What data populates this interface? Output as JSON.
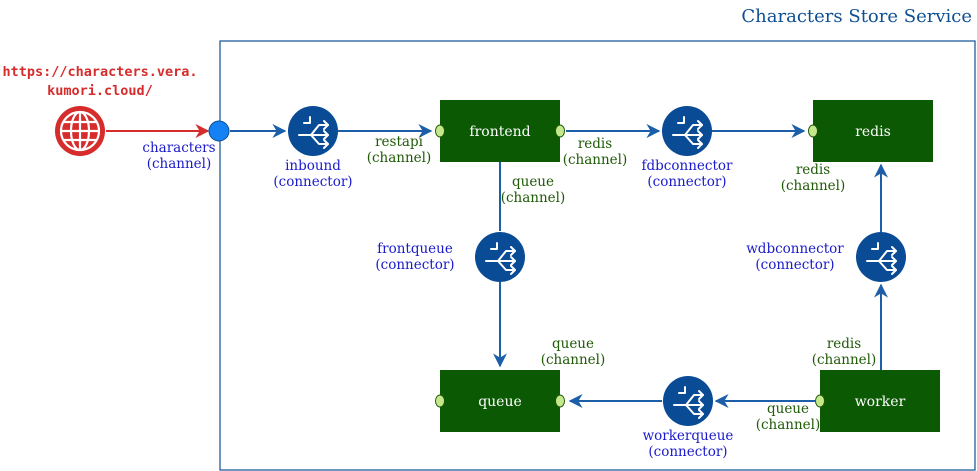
{
  "title": "Characters Store Service",
  "url": {
    "line1": "https://characters.vera.",
    "line2": "kumori.cloud/"
  },
  "colors": {
    "title": "#0e4f92",
    "box_border": "#0e4f92",
    "component_fill": "#0b5a03",
    "component_text": "#ffffff",
    "connector_fill": "#0a4b96",
    "connector_label": "#1a1acc",
    "channel_label": "#1f5a07",
    "arrow": "#1c5fa8",
    "red": "#d62c2c",
    "port_fill": "#c5e88d",
    "port_stroke": "#1f5a07",
    "service_port": "#1482f5"
  },
  "external": {
    "icon": "globe-icon",
    "channel": {
      "name": "characters",
      "kind": "(channel)"
    }
  },
  "components": {
    "frontend": "frontend",
    "redis": "redis",
    "queue": "queue",
    "worker": "worker"
  },
  "connectors": {
    "inbound": {
      "name": "inbound",
      "kind": "(connector)"
    },
    "fdbconnector": {
      "name": "fdbconnector",
      "kind": "(connector)"
    },
    "frontqueue": {
      "name": "frontqueue",
      "kind": "(connector)"
    },
    "wdbconnector": {
      "name": "wdbconnector",
      "kind": "(connector)"
    },
    "workerqueue": {
      "name": "workerqueue",
      "kind": "(connector)"
    }
  },
  "channels": {
    "frontend_restapi": {
      "name": "restapi",
      "kind": "(channel)"
    },
    "frontend_redis": {
      "name": "redis",
      "kind": "(channel)"
    },
    "frontend_queue": {
      "name": "queue",
      "kind": "(channel)"
    },
    "redis_redis": {
      "name": "redis",
      "kind": "(channel)"
    },
    "queue_queue": {
      "name": "queue",
      "kind": "(channel)"
    },
    "worker_redis": {
      "name": "redis",
      "kind": "(channel)"
    },
    "worker_queue": {
      "name": "queue",
      "kind": "(channel)"
    }
  }
}
